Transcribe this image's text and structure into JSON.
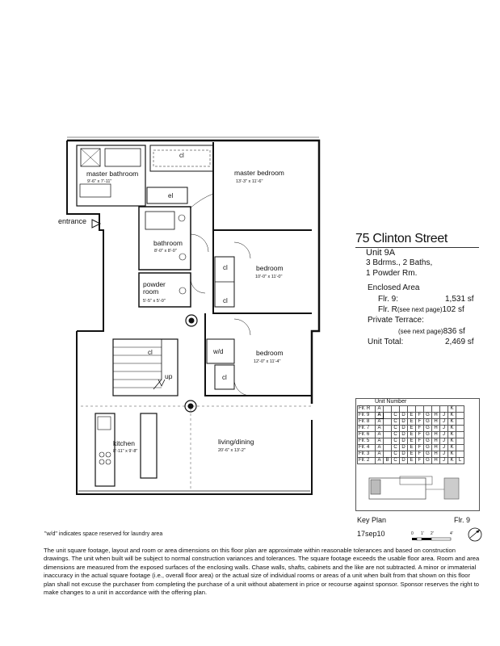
{
  "building": {
    "address": "75 Clinton Street",
    "unit": "Unit 9A",
    "rooms_line1": "3 Bdrms., 2 Baths,",
    "rooms_line2": "1 Powder Rm."
  },
  "areas": {
    "heading": "Enclosed Area",
    "floor9_label": "Flr. 9:",
    "floor9_value": "1,531 sf",
    "floorR_label": "Flr. R",
    "floorR_note": "(see next page)",
    "floorR_value": "102 sf",
    "terrace_label": "Private Terrace:",
    "terrace_note": "(see next page)",
    "terrace_value": "836 sf",
    "total_label": "Unit Total:",
    "total_value": "2,469 sf"
  },
  "rooms": {
    "master_bathroom": {
      "name": "master bathroom",
      "dim": "9'-6\" x 7'-11\""
    },
    "master_bedroom": {
      "name": "master bedroom",
      "dim": "13'-3\" x 11'-6\""
    },
    "bathroom": {
      "name": "bathroom",
      "dim": "8'-0\" x 8'-0\""
    },
    "powder_room": {
      "name": "powder room",
      "dim": "5'-5\" x 5'-0\""
    },
    "bedroom1": {
      "name": "bedroom",
      "dim": "10'-0\" x 11'-0\""
    },
    "bedroom2": {
      "name": "bedroom",
      "dim": "12'-0\" x 11'-4\""
    },
    "kitchen": {
      "name": "kitchen",
      "dim": "8'-11\" x 9'-8\""
    },
    "living": {
      "name": "living/dining",
      "dim": "20'-6\" x 13'-2\""
    }
  },
  "plan_labels": {
    "closet": "cl",
    "electric": "el",
    "washer_dryer": "w/d",
    "entrance": "entrance",
    "stair_up": "up"
  },
  "key_plan": {
    "header": "Unit Number",
    "label": "Key Plan",
    "floor_label": "Flr. 9",
    "date": "17sep10",
    "scale_ticks": [
      "0",
      "1'",
      "2'",
      "4'"
    ],
    "rows": [
      {
        "floor": "Flr. R",
        "cells": [
          "A",
          "",
          "",
          "",
          "",
          "",
          "",
          "",
          "",
          "K",
          ""
        ]
      },
      {
        "floor": "Flr. 9",
        "cells": [
          "A",
          "",
          "C",
          "D",
          "E",
          "F",
          "G",
          "H",
          "J",
          "K",
          ""
        ]
      },
      {
        "floor": "Flr. 8",
        "cells": [
          "A",
          "",
          "C",
          "D",
          "E",
          "F",
          "G",
          "H",
          "J",
          "K",
          ""
        ]
      },
      {
        "floor": "Flr. 7",
        "cells": [
          "A",
          "",
          "C",
          "D",
          "E",
          "F",
          "G",
          "H",
          "J",
          "K",
          ""
        ]
      },
      {
        "floor": "Flr. 6",
        "cells": [
          "A",
          "",
          "C",
          "D",
          "E",
          "F",
          "G",
          "H",
          "J",
          "K",
          ""
        ]
      },
      {
        "floor": "Flr. 5",
        "cells": [
          "A",
          "",
          "C",
          "D",
          "E",
          "F",
          "G",
          "H",
          "J",
          "K",
          ""
        ]
      },
      {
        "floor": "Flr. 4",
        "cells": [
          "A",
          "",
          "C",
          "D",
          "E",
          "F",
          "G",
          "H",
          "J",
          "K",
          ""
        ]
      },
      {
        "floor": "Flr. 3",
        "cells": [
          "A",
          "",
          "C",
          "D",
          "E",
          "F",
          "G",
          "H",
          "J",
          "K",
          ""
        ]
      },
      {
        "floor": "Flr. 2",
        "cells": [
          "A",
          "B",
          "C",
          "D",
          "E",
          "F",
          "G",
          "H",
          "J",
          "K",
          "L"
        ]
      }
    ]
  },
  "footnote": "\"w/d\" indicates space reserved for laundry area",
  "disclaimer": "The unit square footage, layout and room or area dimensions on this floor plan are approximate within reasonable tolerances and based on construction drawings. The unit when built will be subject to normal construction variances and tolerances. The square footage exceeds the usable floor area. Room and area dimensions are measured from the exposed surfaces of the enclosing walls. Chase walls, shafts, cabinets and the like are not subtracted. A minor or immaterial inaccuracy in the actual square footage (i.e., overall floor area) or the actual size of individual rooms or areas of a unit when built from that shown on this floor plan shall not excuse the purchaser from completing the purchase of a unit without abatement in price or recourse against sponsor. Sponsor reserves the right to make changes to a unit in accordance with the offering plan."
}
